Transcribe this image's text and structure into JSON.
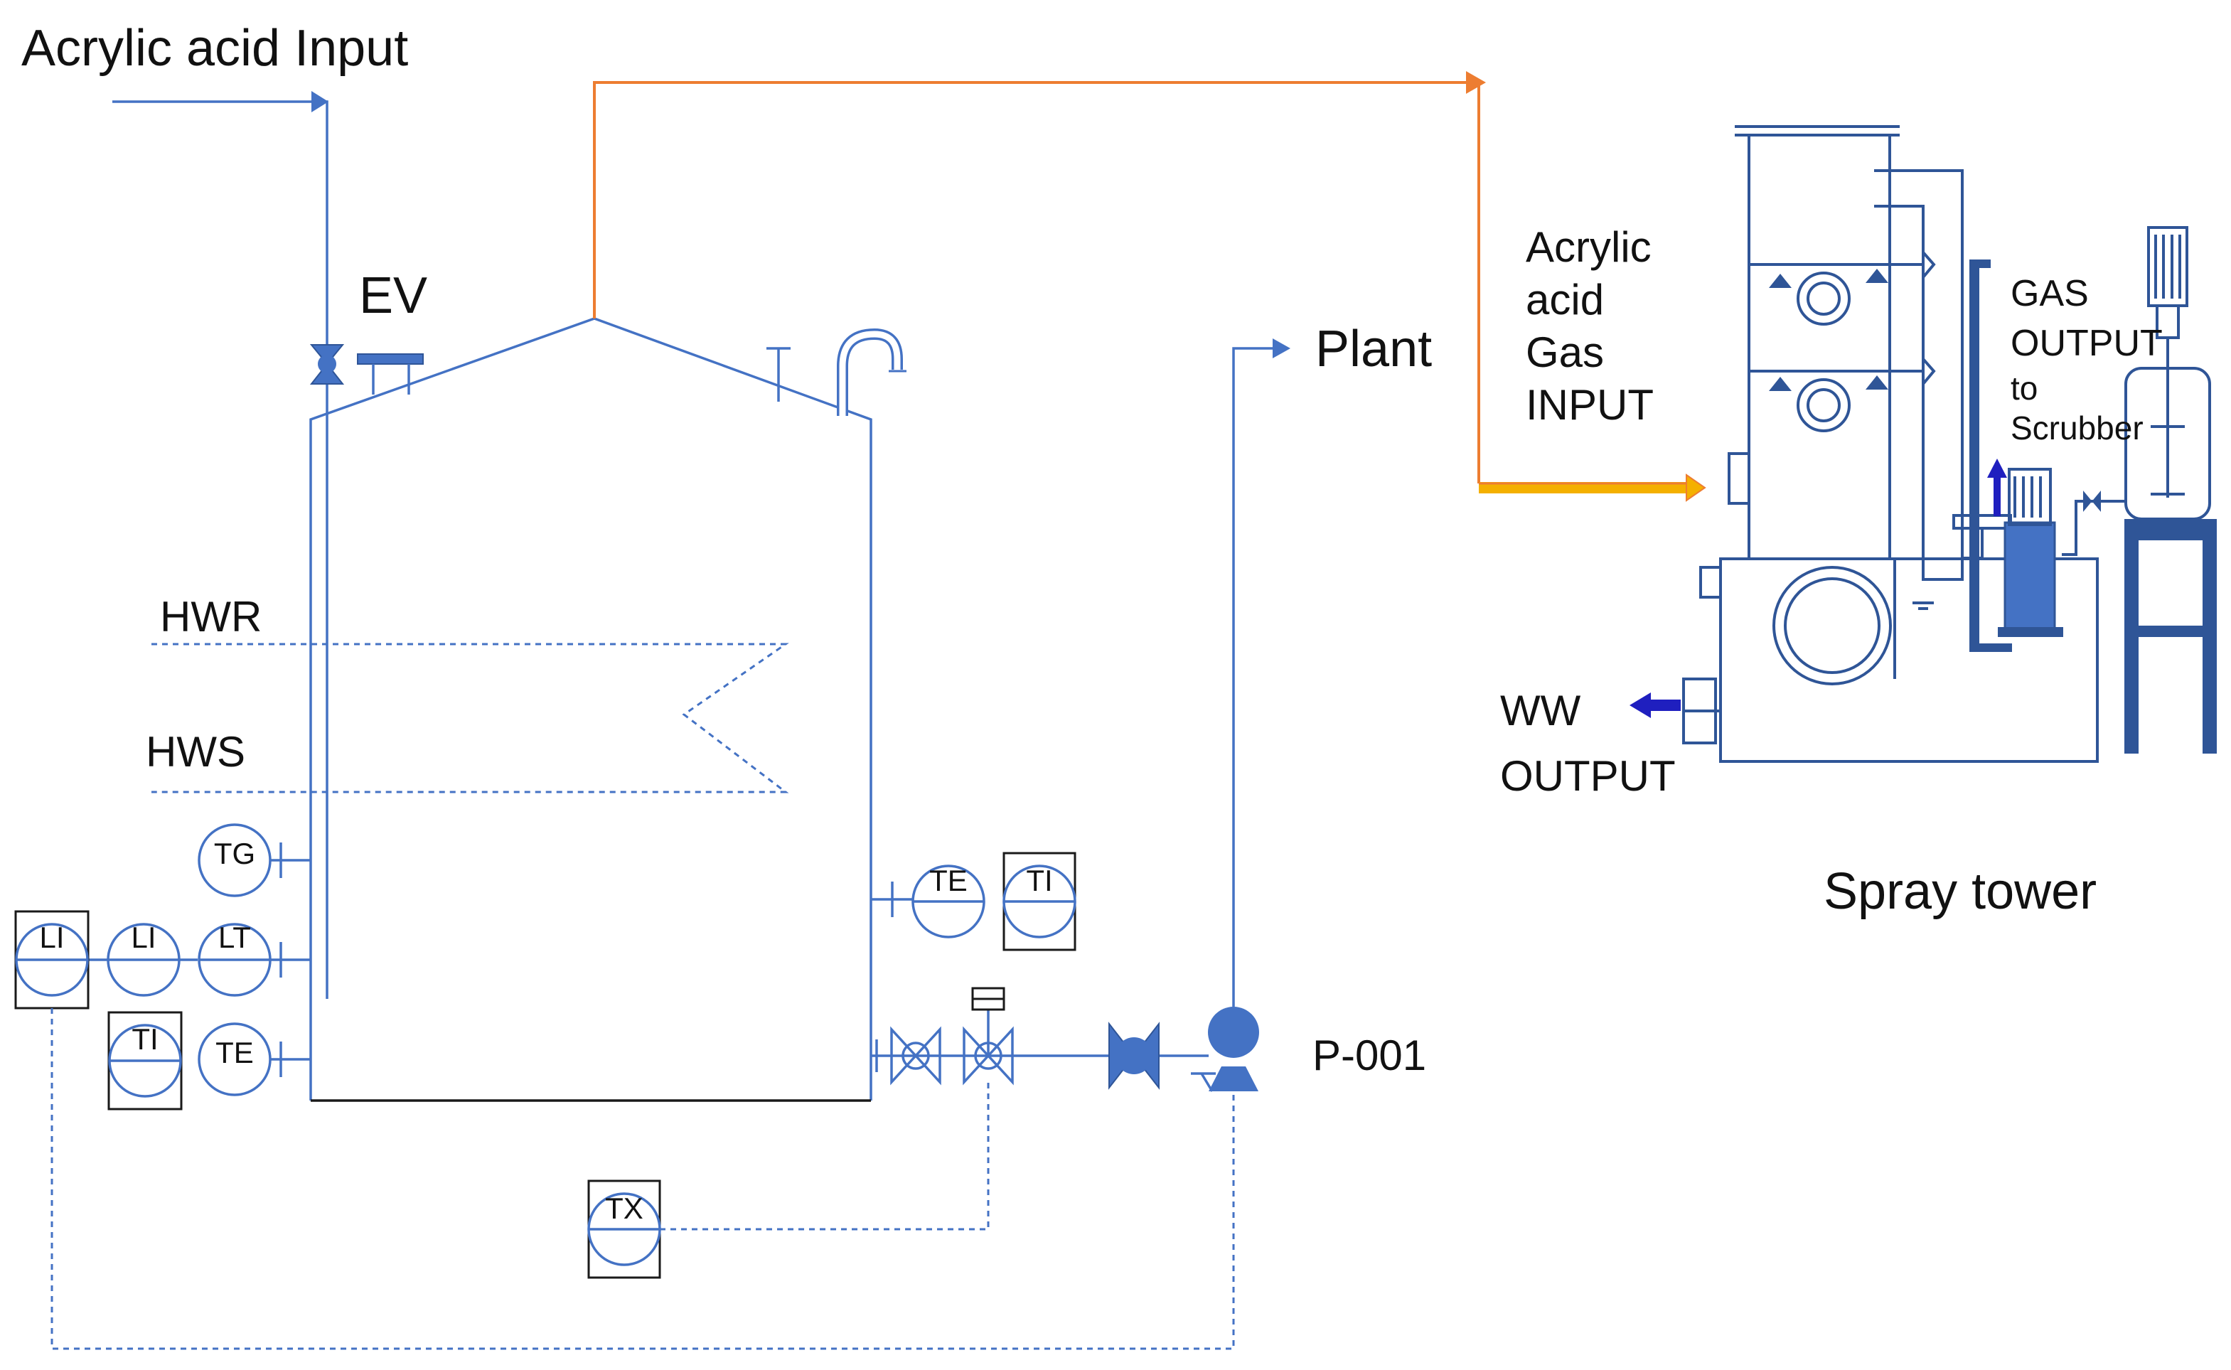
{
  "labels": {
    "acrylic_acid_input": "Acrylic acid Input",
    "ev": "EV",
    "plant": "Plant",
    "hwr": "HWR",
    "hws": "HWS",
    "p001": "P-001",
    "gas_input": [
      "Acrylic",
      "acid",
      "Gas",
      "INPUT"
    ],
    "gas_output": [
      "GAS",
      "OUTPUT",
      "to",
      "Scrubber"
    ],
    "ww_output": [
      "WW",
      "OUTPUT"
    ],
    "spray_tower": "Spray tower"
  },
  "instruments": {
    "tg": "TG",
    "li_panel": "LI",
    "li_field": "LI",
    "lt": "LT",
    "ti_left": "TI",
    "te_left": "TE",
    "te_right": "TE",
    "ti_right": "TI",
    "tx": "TX"
  },
  "colors": {
    "line": "#4472c4",
    "equipment": "#2f5597",
    "vent_line": "#ed7d31",
    "gas_feed": "#f4b000",
    "outlet_arrow": "#1f1fbf"
  }
}
